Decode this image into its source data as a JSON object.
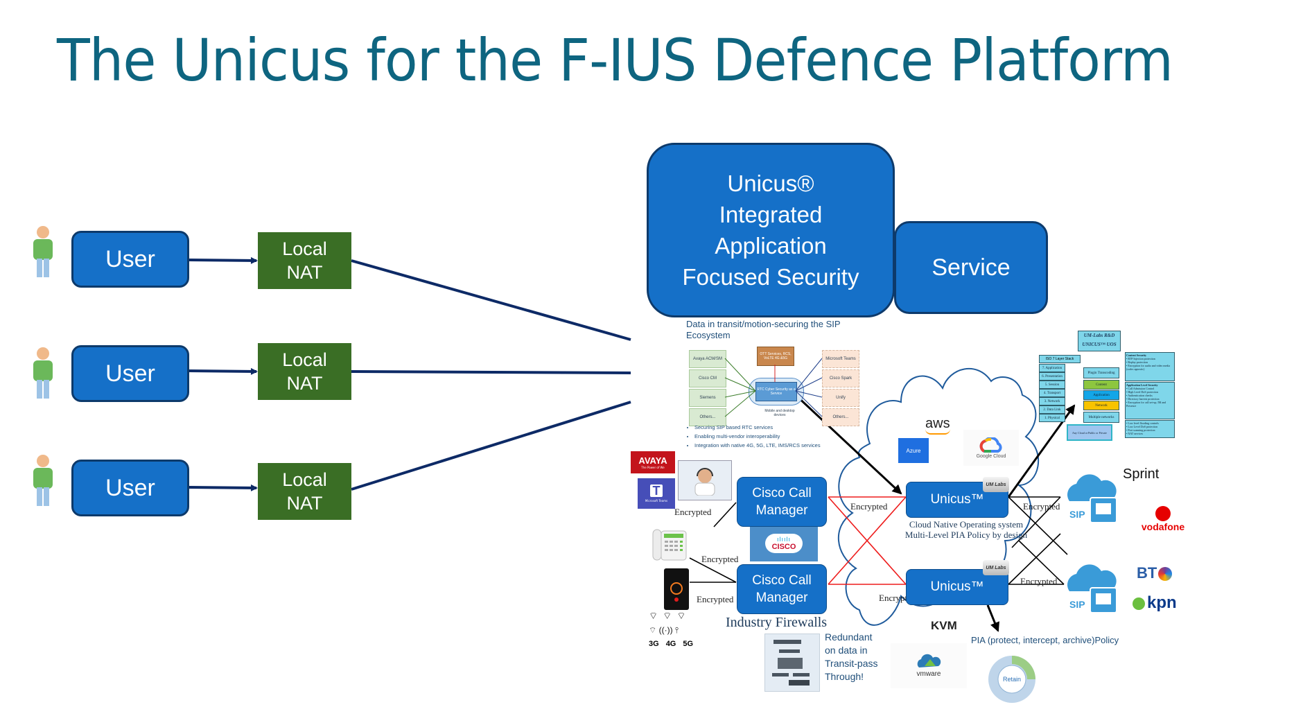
{
  "title": "The Unicus for the F-IUS Defence Platform",
  "colors": {
    "title": "#0e6580",
    "box_blue": "#1570c8",
    "box_border": "#0d3a6b",
    "nat_green": "#3a6e25",
    "arrow_navy": "#0d2a66",
    "encrypted_red": "#ee1c1c",
    "cloud_outline": "#1f5b9c"
  },
  "left_flow": {
    "users": [
      {
        "user_label": "User",
        "nat_label_line1": "Local",
        "nat_label_line2": "NAT"
      },
      {
        "user_label": "User",
        "nat_label_line1": "Local",
        "nat_label_line2": "NAT"
      },
      {
        "user_label": "User",
        "nat_label_line1": "Local",
        "nat_label_line2": "NAT"
      }
    ]
  },
  "main_box": {
    "line1": "Unicus®",
    "line2": "Integrated",
    "line3": "Application",
    "line4": "Focused Security"
  },
  "service_box": {
    "label": "Service"
  },
  "sip_panel": {
    "heading_line1": "Data in transit/motion-securing the SIP",
    "heading_line2": "Ecosystem",
    "left_boxes": [
      "Avaya ACM/SM",
      "Cisco CM",
      "Siemens",
      "Others..."
    ],
    "right_boxes": [
      "Microsoft Teams",
      "Cisco Spark",
      "Unify",
      "Others..."
    ],
    "top_box": "OTT Services, RCS, VoLTE 4G &5G",
    "center_box": "RTC Cyber Security as a Service",
    "devices_label": "Mobile and desktop devices",
    "bullets": [
      "Securing SIP based RTC services",
      "Enabling multi-vendor interoperability",
      "Integration with native 4G, 5G, LTE, IMS/RCS services"
    ]
  },
  "uos_panel": {
    "title_line1": "UM-Labs R&D",
    "title_line2": "UNICUS™ UOS",
    "stack_title": "ISO 7 Layer Stack",
    "osi_layers": [
      "7. Application",
      "6. Presentation",
      "5. Session",
      "4. Transport",
      "3. Network",
      "2. Data Link",
      "1. Physical"
    ],
    "unicus_layers": [
      "Plugin Transcoding",
      "Content",
      "Application",
      "Network",
      "Multiple networks"
    ],
    "cloud_label": "Any Cloud or Public or Private",
    "content_security": {
      "heading": "Content Security",
      "items": [
        "RTP Injection protection",
        "Replay protection",
        "Encryption for audio and video media (codec agnostic)"
      ]
    },
    "app_security": {
      "heading": "Application Level Security",
      "items": [
        "Call Admission Control",
        "High Level DoS protection",
        "Authentication checks",
        "Directory harvest protection",
        "Encryption for call set-up, IM and Presence"
      ]
    },
    "network_security": {
      "items": [
        "Low level flooding controls",
        "Low Level DoS protection",
        "Port scanning protection",
        "NAT services"
      ]
    }
  },
  "left_logos": {
    "avaya": "AVAYA",
    "avaya_tag": "The Power of We",
    "teams": "Microsoft Teams",
    "cisco": "CISCO"
  },
  "call_managers": [
    {
      "line1": "Cisco Call",
      "line2": "Manager"
    },
    {
      "line1": "Cisco Call",
      "line2": "Manager"
    }
  ],
  "encrypted_label": "Encrypted",
  "unicus_nodes": [
    {
      "label": "Unicus™",
      "badge": "UM Labs"
    },
    {
      "label": "Unicus™",
      "badge": "UM Labs"
    }
  ],
  "cloud_caption_line1": "Cloud Native Operating system",
  "cloud_caption_line2": "Multi-Level PIA Policy by design",
  "cloud_providers": [
    "aws",
    "Azure",
    "Google Cloud"
  ],
  "virtualization": [
    "KVM",
    "vmware"
  ],
  "pia_label": "PIA (protect, intercept, archive)Policy",
  "retain_label": "Retain",
  "wireless": {
    "labels": [
      "3G",
      "4G",
      "5G"
    ]
  },
  "firewalls": {
    "title": "Industry Firewalls",
    "note_lines": [
      "Redundant",
      "on data in",
      "Transit-pass",
      "Through!"
    ]
  },
  "sip_trunks": [
    {
      "label": "SIP",
      "carriers": [
        "Sprint",
        "vodafone"
      ]
    },
    {
      "label": "SIP",
      "carriers": [
        "BT",
        "kpn"
      ]
    }
  ]
}
